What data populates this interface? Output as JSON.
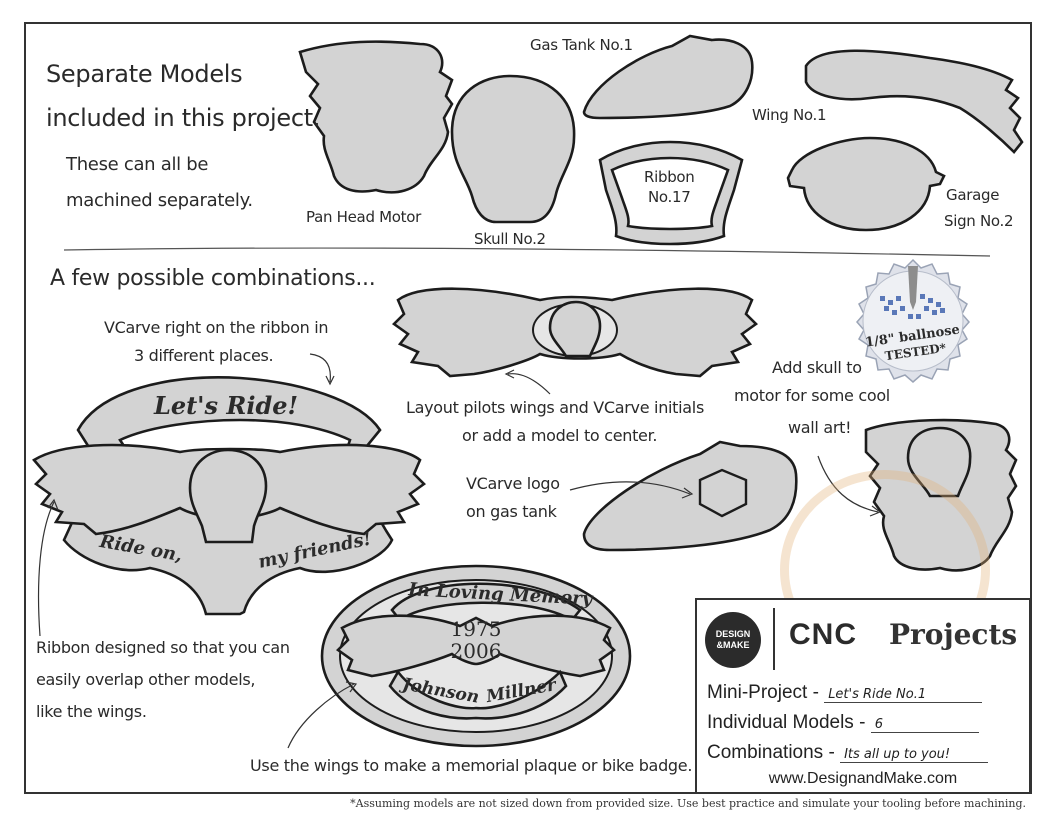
{
  "header": {
    "title_line1": "Separate Models",
    "title_line2": "included in this project.",
    "subtitle_line1": "These can all be",
    "subtitle_line2": "machined separately."
  },
  "models": {
    "pan_head_motor": "Pan Head Motor",
    "skull": "Skull No.2",
    "gas_tank": "Gas Tank No.1",
    "ribbon_line1": "Ribbon",
    "ribbon_line2": "No.17",
    "wing": "Wing No.1",
    "garage_line1": "Garage",
    "garage_line2": "Sign No.2"
  },
  "combinations": {
    "heading": "A few possible combinations...",
    "vcarve_ribbon_line1": "VCarve right on the ribbon in",
    "vcarve_ribbon_line2": "3 different places.",
    "ribbon_top_text": "Let's Ride!",
    "ribbon_left_text": "Ride on,",
    "ribbon_right_text": "my friends!",
    "ribbon_note_line1": "Ribbon designed so that you can",
    "ribbon_note_line2": "easily overlap other models,",
    "ribbon_note_line3": "like the wings.",
    "pilot_wings_line1": "Layout pilots wings and VCarve initials",
    "pilot_wings_line2": "or add a model to center.",
    "vcarve_logo_line1": "VCarve logo",
    "vcarve_logo_line2": "on gas tank",
    "skull_motor_line1": "Add skull to",
    "skull_motor_line2": "motor for some cool",
    "skull_motor_line3": "wall art!",
    "plaque_top": "In Loving Memory",
    "plaque_year1": "1975",
    "plaque_year2": "2006",
    "plaque_left": "Johnson",
    "plaque_right": "Millner",
    "plaque_note": "Use the wings to make a memorial plaque or bike badge."
  },
  "badge": {
    "line1": "1/8\" ballnose",
    "line2": "TESTED*"
  },
  "legend": {
    "logo_line1": "DESIGN",
    "logo_line2": "&MAKE",
    "cnc": "CNC",
    "projects": "Projects",
    "mini_project_label": "Mini-Project - ",
    "mini_project_value": "Let's Ride No.1",
    "individual_label": "Individual Models - ",
    "individual_value": "6",
    "combinations_label": "Combinations - ",
    "combinations_value": "Its all up to you!",
    "url": "www.DesignandMake.com"
  },
  "footnote": "*Assuming models are not sized down from provided size. Use best practice and simulate your tooling before machining.",
  "colors": {
    "model_fill": "#d3d3d3",
    "outline": "#1c1c1c",
    "badge_blue": "#5a78b8"
  }
}
